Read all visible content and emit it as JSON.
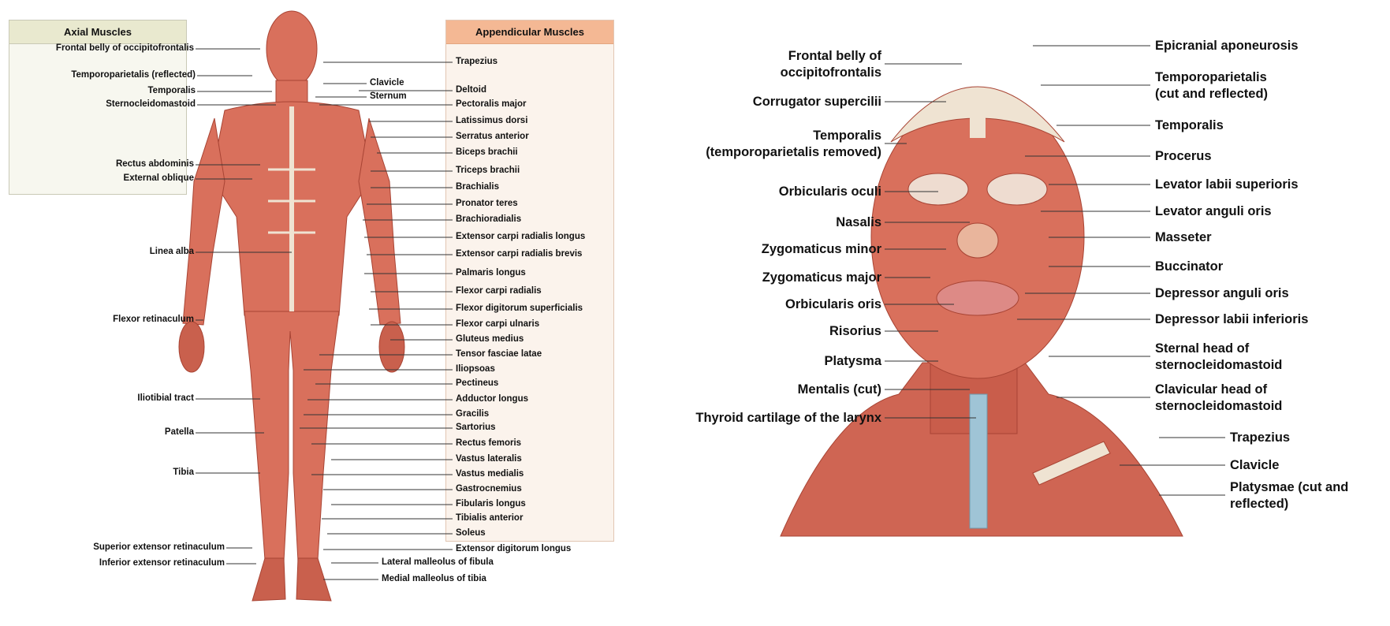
{
  "body_panel": {
    "axial_header": "Axial Muscles",
    "appendicular_header": "Appendicular Muscles",
    "left_labels": [
      "Frontal belly of occipitofrontalis",
      "Temporoparietalis (reflected)",
      "Temporalis",
      "Sternocleidomastoid",
      "Rectus abdominis",
      "External oblique",
      "Linea alba",
      "Flexor retinaculum",
      "Iliotibial tract",
      "Patella",
      "Tibia",
      "Superior extensor retinaculum",
      "Inferior extensor retinaculum"
    ],
    "center_labels": [
      "Clavicle",
      "Sternum",
      "Lateral malleolus of fibula",
      "Medial malleolus of tibia"
    ],
    "right_labels": [
      "Trapezius",
      "Deltoid",
      "Pectoralis major",
      "Latissimus dorsi",
      "Serratus anterior",
      "Biceps brachii",
      "Triceps brachii",
      "Brachialis",
      "Pronator teres",
      "Brachioradialis",
      "Extensor carpi radialis longus",
      "Extensor carpi radialis brevis",
      "Palmaris longus",
      "Flexor carpi radialis",
      "Flexor digitorum superficialis",
      "Flexor carpi ulnaris",
      "Gluteus medius",
      "Tensor fasciae latae",
      "Iliopsoas",
      "Pectineus",
      "Adductor longus",
      "Gracilis",
      "Sartorius",
      "Rectus femoris",
      "Vastus lateralis",
      "Vastus medialis",
      "Gastrocnemius",
      "Fibularis longus",
      "Tibialis anterior",
      "Soleus",
      "Extensor digitorum longus"
    ]
  },
  "head_panel": {
    "left_labels": [
      "Frontal belly of\noccipitofrontalis",
      "Corrugator supercilii",
      "Temporalis\n(temporoparietalis removed)",
      "Orbicularis oculi",
      "Nasalis",
      "Zygomaticus minor",
      "Zygomaticus major",
      "Orbicularis oris",
      "Risorius",
      "Platysma",
      "Mentalis (cut)",
      "Thyroid cartilage of the larynx"
    ],
    "right_labels": [
      "Epicranial aponeurosis",
      "Temporoparietalis\n(cut and reflected)",
      "Temporalis",
      "Procerus",
      "Levator labii superioris",
      "Levator anguli oris",
      "Masseter",
      "Buccinator",
      "Depressor anguli oris",
      "Depressor labii inferioris",
      "Sternal head of\nsternocleidomastoid",
      "Clavicular head of\nsternocleidomastoid",
      "Trapezius",
      "Clavicle",
      "Platysmae (cut and\nreflected)"
    ]
  },
  "colors": {
    "muscle": "#d9705c",
    "muscle_dark": "#b8493a",
    "tendon": "#efe3d2",
    "skin": "#e9b59c",
    "leader": "#333333"
  }
}
